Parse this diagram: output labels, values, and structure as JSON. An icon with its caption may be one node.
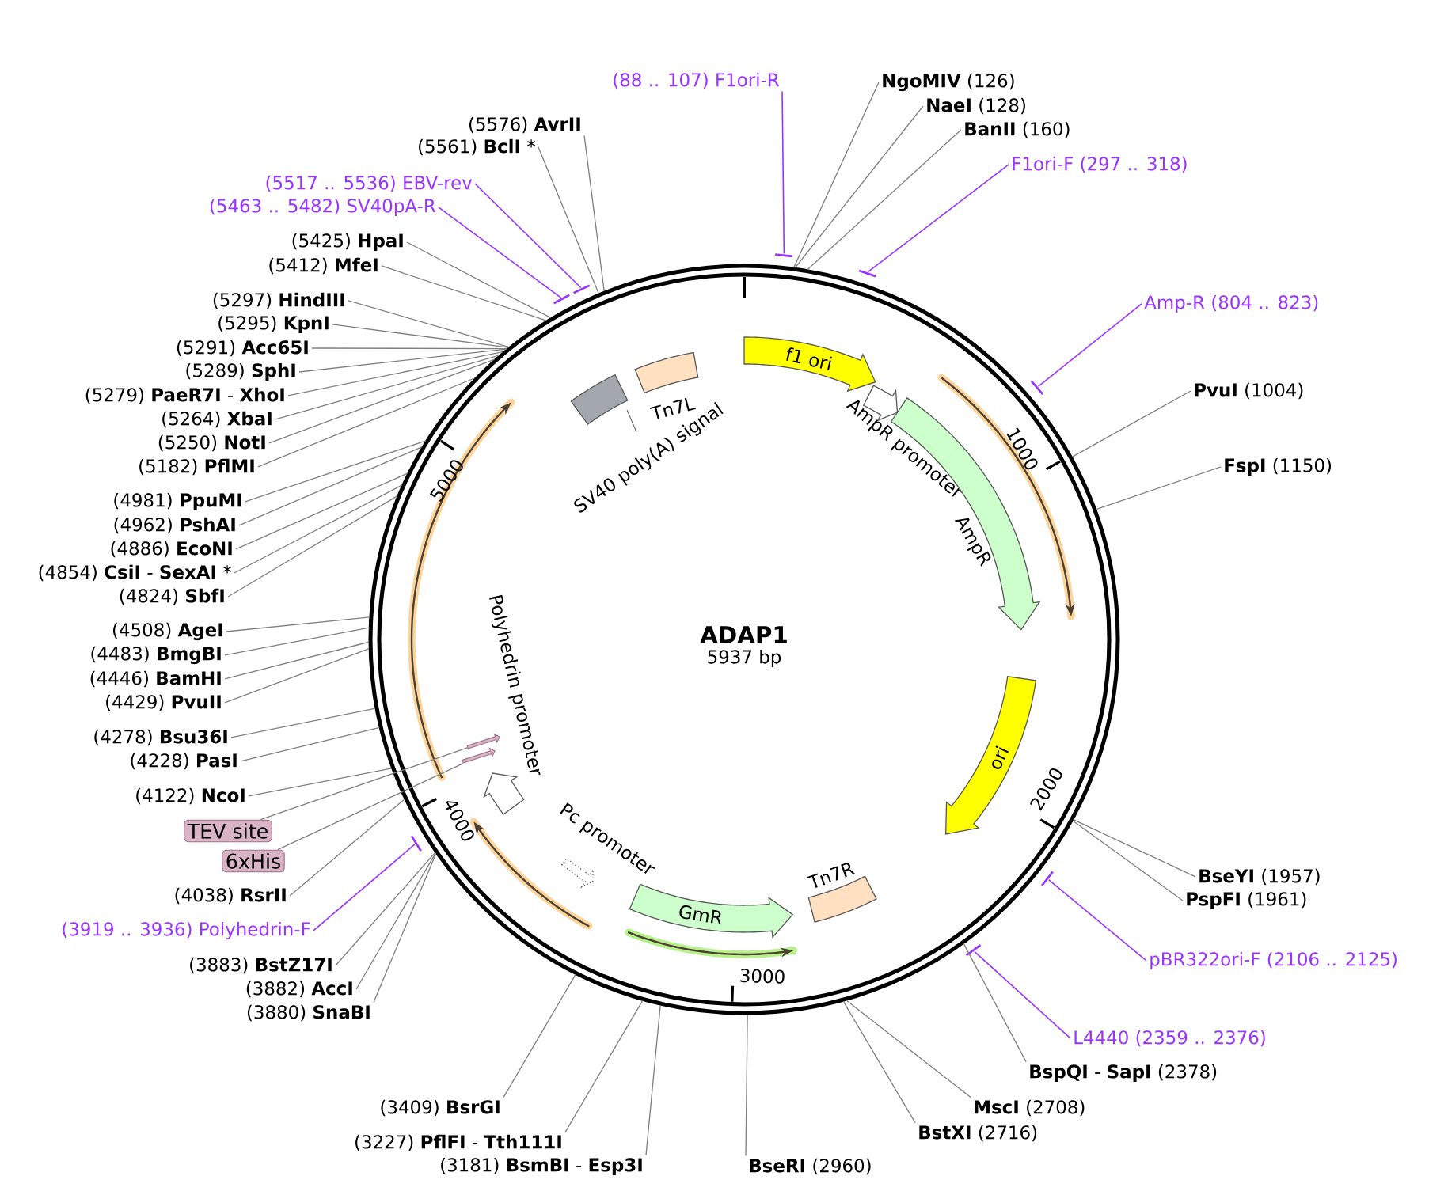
{
  "diagram": {
    "title": "ADAP1",
    "nodes": [
      {
        "text": [
          "(88 .. 107) F1ori-R"
        ]
      },
      {
        "text": [
          "**NgoMIV** (126)"
        ]
      },
      {
        "text": [
          "**NaeI** (128)"
        ]
      },
      {
        "text": [
          "**BanII** (160)"
        ]
      },
      {
        "text": [
          "F1ori-F (297 .. 318)"
        ]
      },
      {
        "text": [
          "Amp-R (804 .. 823)"
        ]
      },
      {
        "text": [
          "**PvuI** (1004)"
        ]
      },
      {
        "text": [
          "**FspI** (1150)"
        ]
      },
      {
        "text": [
          "**BseYI** (1957)"
        ]
      },
      {
        "text": [
          "**PspFI** (1961)"
        ]
      },
      {
        "text": [
          "pBR322ori-F (2106 .. 2125)"
        ]
      },
      {
        "text": [
          "L4440 (2359 .. 2376)"
        ]
      },
      {
        "text": [
          "**BspQI** - **SapI** (2378)"
        ]
      },
      {
        "text": [
          "**MscI** (2708)"
        ]
      },
      {
        "text": [
          "**BstXI** (2716)"
        ]
      },
      {
        "text": [
          "**BseRI** (2960)"
        ]
      },
      {
        "text": [
          "(3181) **BsmBI** - **Esp3I**"
        ]
      },
      {
        "text": [
          "(3227) **PflFI** - **Tth111I**"
        ]
      },
      {
        "text": [
          "(3409) **BsrGI**"
        ]
      },
      {
        "text": [
          "(3880) **SnaBI**"
        ]
      },
      {
        "text": [
          "(3882) **AccI**"
        ]
      },
      {
        "text": [
          "(3883) **BstZ17I**"
        ]
      },
      {
        "text": [
          "(3919 .. 3936) Polyhedrin-F"
        ]
      },
      {
        "text": [
          "(4038) **RsrII**"
        ]
      },
      {
        "text": [
          "6xHis"
        ]
      },
      {
        "text": [
          "TEV site"
        ]
      },
      {
        "text": [
          "(4122) **NcoI**"
        ]
      },
      {
        "text": [
          "(4228) **PasI**"
        ]
      },
      {
        "text": [
          "(4278) **Bsu36I**"
        ]
      },
      {
        "text": [
          "(4429) **PvuII**"
        ]
      },
      {
        "text": [
          "(4446) **BamHI**"
        ]
      },
      {
        "text": [
          "(4483) **BmgBI**"
        ]
      },
      {
        "text": [
          "(4508) **AgeI**"
        ]
      },
      {
        "text": [
          "(4824) **SbfI**"
        ]
      },
      {
        "text": [
          "(4854) **CsiI** - **SexAI** *"
        ]
      },
      {
        "text": [
          "(4886) **EcoNI**"
        ]
      },
      {
        "text": [
          "(4962) **PshAI**"
        ]
      },
      {
        "text": [
          "(4981) **PpuMI**"
        ]
      },
      {
        "text": [
          "(5182) **PflMI**"
        ]
      },
      {
        "text": [
          "(5250) **NotI**"
        ]
      },
      {
        "text": [
          "(5264) **XbaI**"
        ]
      },
      {
        "text": [
          "(5279) **PaeR7I** - **XhoI**"
        ]
      },
      {
        "text": [
          "(5289) **SphI**"
        ]
      },
      {
        "text": [
          "(5291) **Acc65I**"
        ]
      },
      {
        "text": [
          "(5295) **KpnI**"
        ]
      },
      {
        "text": [
          "(5297) **HindIII**"
        ]
      },
      {
        "text": [
          "(5412) **MfeI**"
        ]
      },
      {
        "text": [
          "(5425) **HpaI**"
        ]
      },
      {
        "text": [
          "(5463 .. 5482) SV40pA-R"
        ]
      },
      {
        "text": [
          "(5517 .. 5536) EBV-rev"
        ]
      },
      {
        "text": [
          "(5561) **BclI** *"
        ]
      },
      {
        "text": [
          "(5576) **AvrII**"
        ]
      },
      {
        "text": [
          "f1 ori"
        ]
      },
      {
        "text": [
          "AmpR promoter"
        ]
      },
      {
        "text": [
          "AmpR"
        ]
      },
      {
        "text": [
          "ori"
        ]
      },
      {
        "text": [
          "Tn7R"
        ]
      },
      {
        "text": [
          "GmR"
        ]
      },
      {
        "text": [
          "Pc promoter"
        ]
      },
      {
        "text": [
          "Polyhedrin promoter"
        ]
      },
      {
        "text": [],
        "shape": "arrow"
      },
      {
        "text": [],
        "shape": "arrow"
      },
      {
        "text": [
          "SV40 poly(A) signal"
        ]
      },
      {
        "text": [
          "Tn7L"
        ]
      }
    ],
    "edges": [
      {
        "from": 0,
        "to": null,
        "arrow": "none",
        "color": "#9933ff"
      },
      {
        "from": 1,
        "to": null,
        "arrow": "none"
      },
      {
        "from": 2,
        "to": null,
        "arrow": "none"
      },
      {
        "from": 3,
        "to": null,
        "arrow": "none"
      },
      {
        "from": 4,
        "to": null,
        "arrow": "none",
        "color": "#9933ff"
      },
      {
        "from": 5,
        "to": null,
        "arrow": "none",
        "color": "#9933ff"
      },
      {
        "from": 6,
        "to": null,
        "arrow": "none"
      },
      {
        "from": 7,
        "to": null,
        "arrow": "none"
      },
      {
        "from": 8,
        "to": null,
        "arrow": "none"
      },
      {
        "from": 9,
        "to": null,
        "arrow": "none"
      },
      {
        "from": 10,
        "to": null,
        "arrow": "none",
        "color": "#9933ff"
      },
      {
        "from": 11,
        "to": null,
        "arrow": "none",
        "color": "#9933ff"
      },
      {
        "from": 12,
        "to": null,
        "arrow": "none"
      },
      {
        "from": 13,
        "to": null,
        "arrow": "none"
      },
      {
        "from": 14,
        "to": null,
        "arrow": "none"
      },
      {
        "from": 15,
        "to": null,
        "arrow": "none"
      },
      {
        "from": 16,
        "to": null,
        "arrow": "none"
      },
      {
        "from": 17,
        "to": null,
        "arrow": "none"
      },
      {
        "from": 18,
        "to": null,
        "arrow": "none"
      },
      {
        "from": 19,
        "to": null,
        "arrow": "none"
      },
      {
        "from": 20,
        "to": null,
        "arrow": "none"
      },
      {
        "from": 21,
        "to": null,
        "arrow": "none"
      },
      {
        "from": 22,
        "to": null,
        "arrow": "none",
        "color": "#9933ff"
      },
      {
        "from": 23,
        "to": null,
        "arrow": "none"
      },
      {
        "from": 26,
        "to": null,
        "arrow": "none"
      },
      {
        "from": 27,
        "to": null,
        "arrow": "none"
      },
      {
        "from": 28,
        "to": null,
        "arrow": "none"
      },
      {
        "from": 29,
        "to": null,
        "arrow": "none"
      },
      {
        "from": 30,
        "to": null,
        "arrow": "none"
      },
      {
        "from": 31,
        "to": null,
        "arrow": "none"
      },
      {
        "from": 32,
        "to": null,
        "arrow": "none"
      },
      {
        "from": 33,
        "to": null,
        "arrow": "none"
      },
      {
        "from": 34,
        "to": null,
        "arrow": "none"
      },
      {
        "from": 35,
        "to": null,
        "arrow": "none"
      },
      {
        "from": 36,
        "to": null,
        "arrow": "none"
      },
      {
        "from": 37,
        "to": null,
        "arrow": "none"
      },
      {
        "from": 38,
        "to": null,
        "arrow": "none"
      },
      {
        "from": 39,
        "to": null,
        "arrow": "none"
      },
      {
        "from": 40,
        "to": null,
        "arrow": "none"
      },
      {
        "from": 41,
        "to": null,
        "arrow": "none"
      },
      {
        "from": 42,
        "to": null,
        "arrow": "none"
      },
      {
        "from": 43,
        "to": null,
        "arrow": "none"
      },
      {
        "from": 44,
        "to": null,
        "arrow": "none"
      },
      {
        "from": 45,
        "to": null,
        "arrow": "none"
      },
      {
        "from": 46,
        "to": null,
        "arrow": "none"
      },
      {
        "from": 47,
        "to": null,
        "arrow": "none"
      },
      {
        "from": 48,
        "to": null,
        "arrow": "none",
        "color": "#9933ff"
      },
      {
        "from": 49,
        "to": null,
        "arrow": "none",
        "color": "#9933ff"
      },
      {
        "from": 50,
        "to": null,
        "arrow": "none"
      },
      {
        "from": 51,
        "to": null,
        "arrow": "none"
      },
      {
        "from": 25,
        "to": 60,
        "arrow": "none"
      },
      {
        "from": 24,
        "to": 61,
        "arrow": "none"
      }
    ],
    "labels": [
      "5937 bp",
      "1000",
      "2000",
      "3000",
      "4000",
      "5000"
    ]
  }
}
